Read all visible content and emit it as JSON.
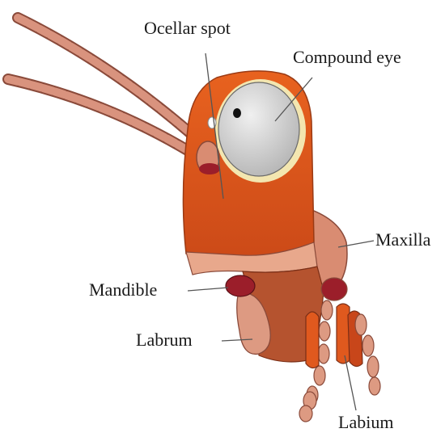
{
  "figure": {
    "labels": {
      "ocellar_spot": "Ocellar spot",
      "compound_eye": "Compound eye",
      "maxilla": "Maxilla",
      "mandible": "Mandible",
      "labrum": "Labrum",
      "labium": "Labium"
    },
    "colors": {
      "head": "#e0591e",
      "head_dark": "#c8461a",
      "mouth_brown": "#b5532f",
      "antenna": "#d9937e",
      "antenna_edge": "#8a4a3a",
      "eye": "#cfcfcf",
      "eye_rim": "#f3e6b0",
      "palp": "#dd9a82",
      "mandible": "#9b1e2a",
      "leader": "#555555"
    }
  }
}
